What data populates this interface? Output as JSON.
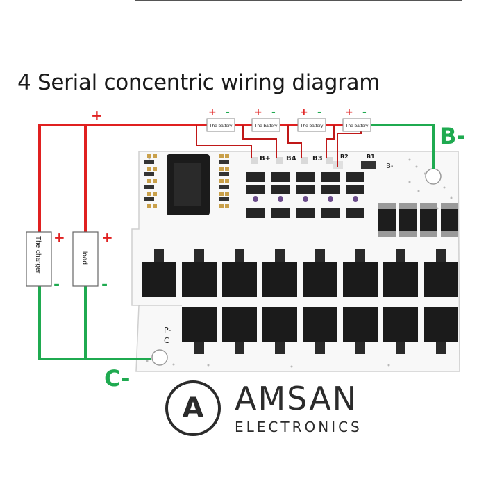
{
  "title": "4 Serial concentric wiring diagram",
  "batteries": [
    "The battery",
    "The battery",
    "The battery",
    "The battery"
  ],
  "battery_signs": {
    "plus": "+",
    "minus": "-"
  },
  "charger_label": "The charger",
  "load_label": "load",
  "top_plus": "+",
  "side_plus": "+",
  "side_minus": "-",
  "b_minus_label": "B-",
  "c_minus_label": "C-",
  "board_labels": {
    "b_plus": "B+",
    "b4": "B4",
    "b3": "B3",
    "b2": "B2",
    "b1": "B1",
    "b_minus": "B-",
    "p_minus": "P-",
    "c": "C"
  },
  "brand": {
    "logo_letter": "A",
    "name": "AMSAN",
    "subtitle": "ELECTRONICS"
  },
  "colors": {
    "positive_wire": "#e02020",
    "negative_wire": "#1faa50",
    "sense_wire": "#c01818",
    "board": "#f7f7f7",
    "mosfet": "#1c1c1c"
  }
}
